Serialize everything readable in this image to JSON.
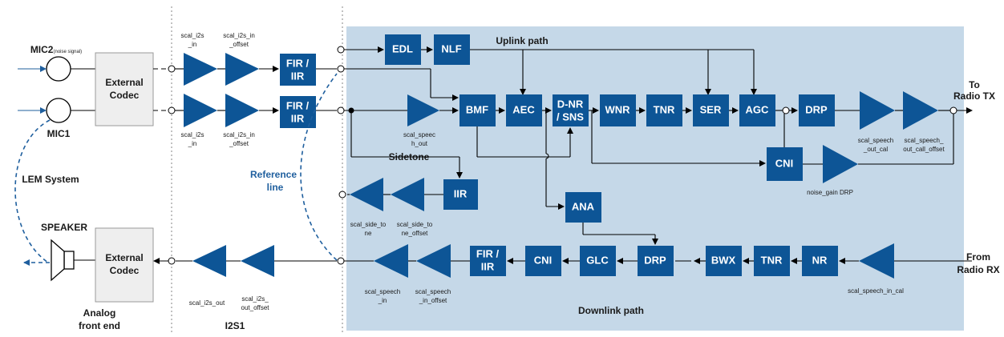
{
  "mics": {
    "mic2": "MIC2",
    "mic2_note": "(noise signal)",
    "mic1": "MIC1"
  },
  "codec": {
    "line1": "External",
    "line2": "Codec"
  },
  "lem_system": "LEM System",
  "speaker": "SPEAKER",
  "analog_front_end": [
    "Analog",
    "front end"
  ],
  "i2s1": "I2S1",
  "reference_line": [
    "Reference",
    "line"
  ],
  "uplink_path": "Uplink path",
  "downlink_path": "Downlink path",
  "sidetone": "Sidetone",
  "to_radio_tx": [
    "To",
    "Radio TX"
  ],
  "from_radio_rx": [
    "From",
    "Radio RX"
  ],
  "blocks": {
    "fir_iir": [
      "FIR /",
      "IIR"
    ],
    "edl": "EDL",
    "nlf": "NLF",
    "bmf": "BMF",
    "aec": "AEC",
    "dnr": [
      "D-NR",
      "/ SNS"
    ],
    "wnr": "WNR",
    "tnr": "TNR",
    "ser": "SER",
    "agc": "AGC",
    "drp": "DRP",
    "cni": "CNI",
    "iir": "IIR",
    "ana": "ANA",
    "glc": "GLC",
    "bwx": "BWX",
    "nr": "NR"
  },
  "labels": {
    "scal_i2s_in": [
      "scal_i2s",
      "_in"
    ],
    "scal_i2s_in_offset": [
      "scal_i2s_in",
      "_offset"
    ],
    "scal_speech_out": [
      "scal_speec",
      "h_out"
    ],
    "scal_speech_out_cal": [
      "scal_speech",
      "_out_cal"
    ],
    "scal_speech_out_call_offset": [
      "scal_speech_",
      "out_call_offset"
    ],
    "noise_gain_drp": "noise_gain DRP",
    "scal_side_tone": [
      "scal_side_to",
      "ne"
    ],
    "scal_side_tone_offset": [
      "scal_side_to",
      "ne_offset"
    ],
    "scal_i2s_out": "scal_i2s_out",
    "scal_i2s_out_offset": [
      "scal_i2s_",
      "out_offset"
    ],
    "scal_speech_in": [
      "scal_speech",
      "_in"
    ],
    "scal_speech_in_offset": [
      "scal_speech",
      "_in_offset"
    ],
    "scal_speech_in_cal": "scal_speech_in_cal"
  },
  "colors": {
    "block_fill": "#0d5596",
    "dsp_region": "#c5d8e8",
    "codec_fill": "#eeeeee",
    "reference_line": "#1f5f9e",
    "divider": "#9a9a9a"
  }
}
